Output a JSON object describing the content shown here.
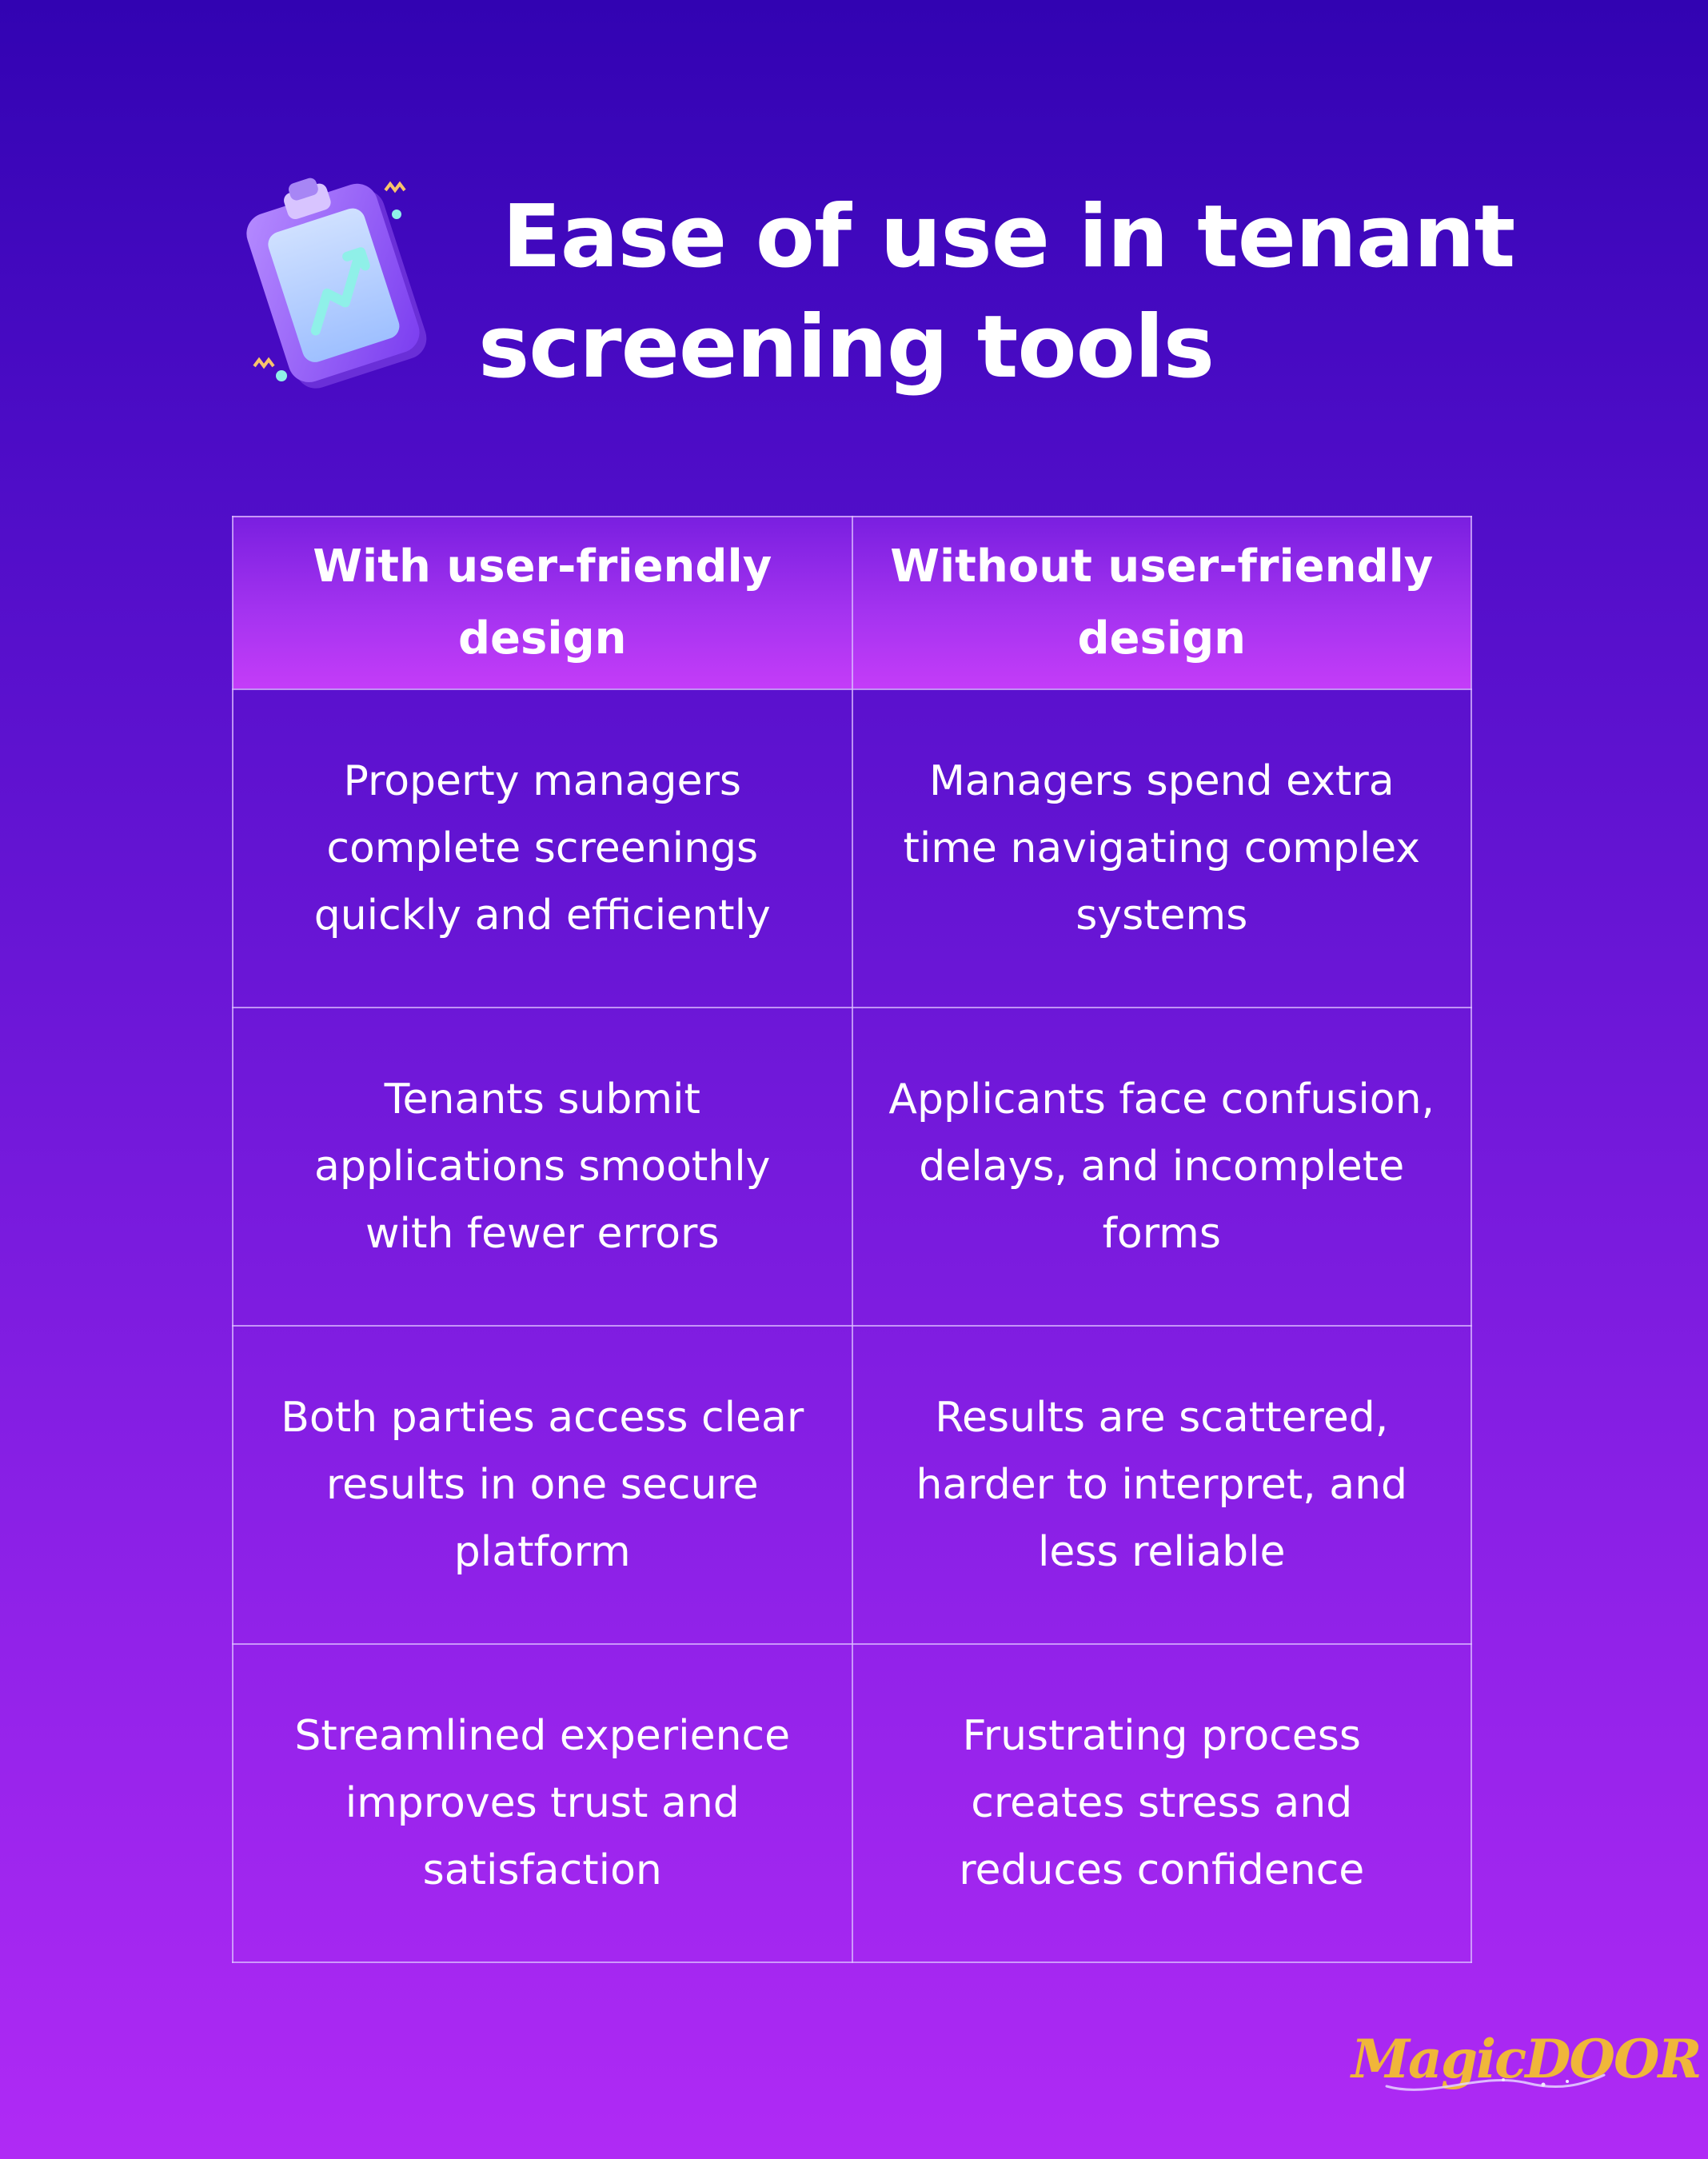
{
  "title": {
    "line1": "Ease of use in tenant",
    "line2": "screening tools"
  },
  "table": {
    "headers": [
      "With user-friendly design",
      "Without user-friendly design"
    ],
    "rows": [
      [
        "Property managers complete screenings quickly and efficiently",
        "Managers spend extra time navigating complex systems"
      ],
      [
        "Tenants submit applications smoothly with fewer errors",
        "Applicants face confusion, delays, and incomplete forms"
      ],
      [
        "Both parties access clear results in one secure platform",
        "Results are scattered, harder to interpret, and less reliable"
      ],
      [
        "Streamlined experience improves trust and satisfaction",
        "Frustrating process creates stress and reduces confidence"
      ]
    ]
  },
  "logo": {
    "text": "MagicDOOR"
  },
  "icons": {
    "header_icon": "clipboard-chart-icon"
  },
  "colors": {
    "background_top": "#3203b2",
    "background_bottom": "#b02af5",
    "header_cell": "#c43cf8",
    "text": "#ffffff",
    "logo": "#f0b63a"
  }
}
